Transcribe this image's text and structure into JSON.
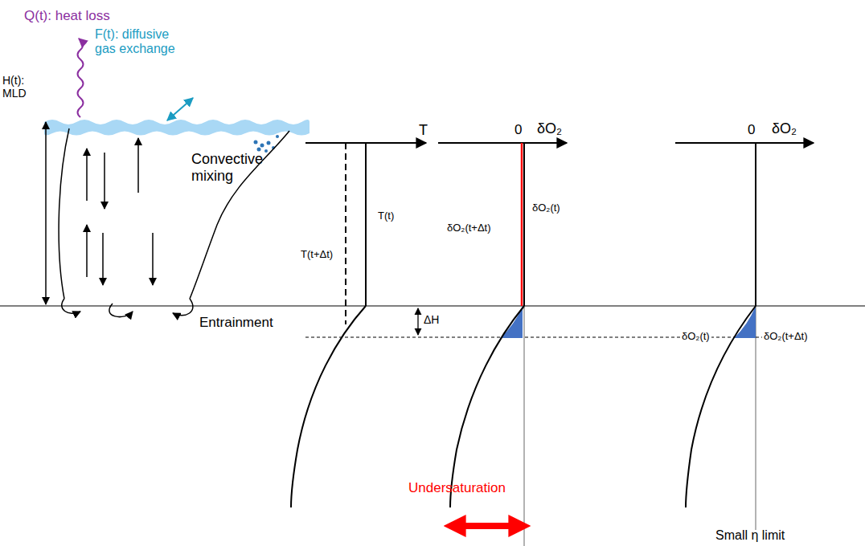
{
  "diagram": {
    "labels": [
      "Q(t): heat loss",
      "F(t): diffusive gas exchange",
      "H(t): MLD",
      "Convective mixing",
      "Entrainment",
      "T",
      "T(t+Δt)",
      "T(t)",
      "0",
      "δO₂",
      "δO₂(t)",
      "δO₂(t+Δt)",
      "ΔH",
      "Undersaturation",
      "0",
      "δO₂",
      "δO₂(t)",
      "δO₂(t+Δt)",
      "Small η limit"
    ]
  }
}
